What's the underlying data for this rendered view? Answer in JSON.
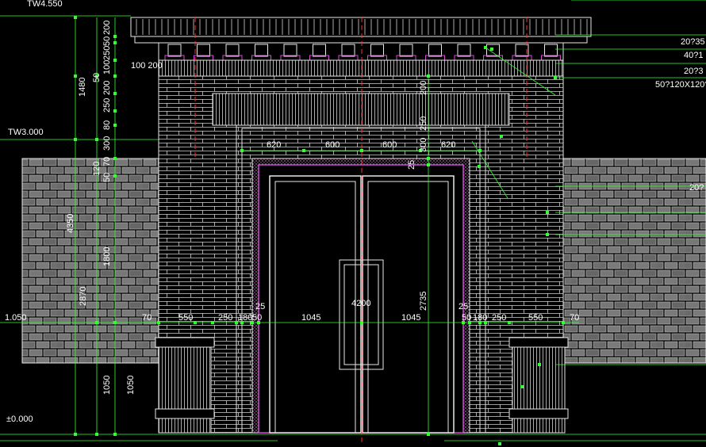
{
  "levels": {
    "top": "TW4.550",
    "wall": "TW3.000",
    "mid": "1.050",
    "ground": "±0.000"
  },
  "horizontal_dims": {
    "lintel": [
      "620",
      "600",
      "600",
      "620"
    ],
    "sill_left": [
      "70",
      "550",
      "250",
      "180",
      "50",
      "25"
    ],
    "door": [
      "1045",
      "1045"
    ],
    "door_total": "4200",
    "sill_right": [
      "25",
      "50",
      "180",
      "250",
      "550",
      "70"
    ],
    "left_overall": "100 200"
  },
  "vertical_dims_left": {
    "cornice": [
      "200",
      "50",
      "250",
      "100",
      "50",
      "200",
      "250",
      "80",
      "300",
      "70",
      "50",
      "120"
    ],
    "overall": [
      "1480",
      "4350",
      "1800",
      "2870",
      "1050",
      "1050"
    ],
    "center": [
      "200",
      "250",
      "300",
      "25",
      "2735"
    ]
  },
  "notes": [
    "20?35",
    "40?1",
    "20?3",
    "50?120X120?",
    "20?"
  ],
  "colors": {
    "background": "#000000",
    "line_white": "#e8e8e8",
    "dim_green": "#33ff33",
    "magenta": "#d04cd0",
    "red_dash": "#ff3030",
    "cyan": "#40d0d0"
  }
}
